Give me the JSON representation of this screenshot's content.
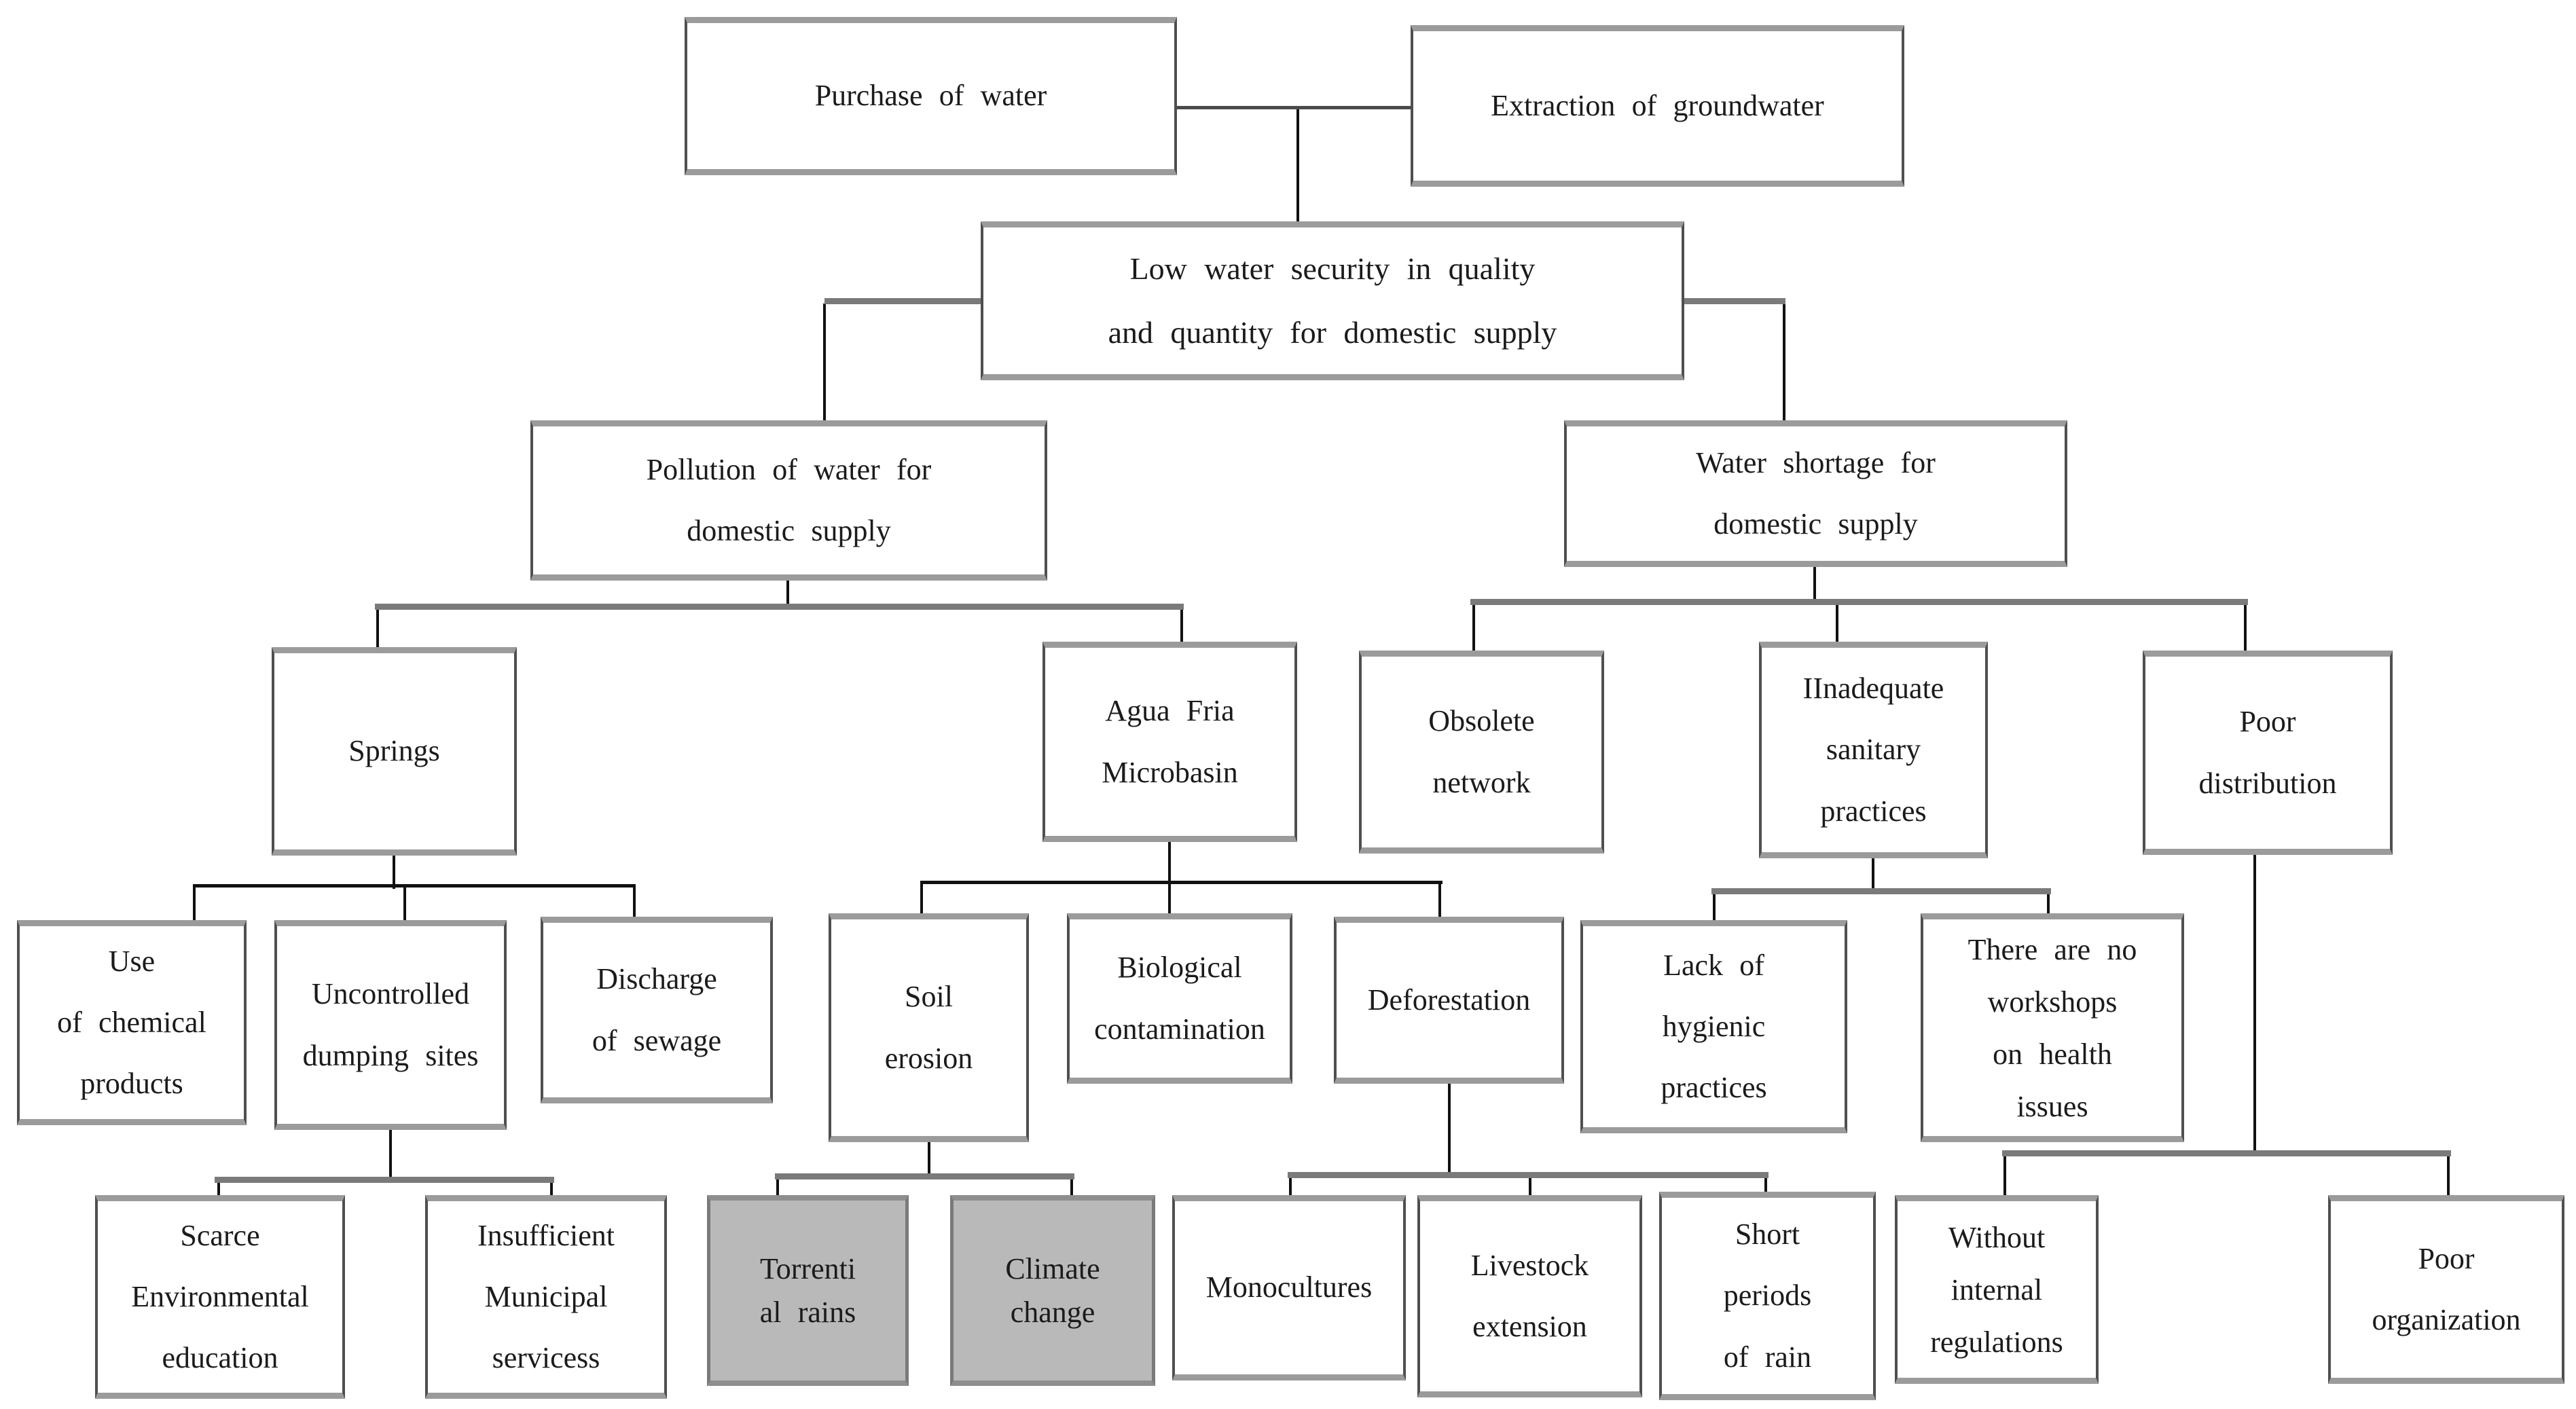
{
  "diagram": {
    "type": "problem-tree-flowchart",
    "colors": {
      "background": "#ffffff",
      "box_fill": "#ffffff",
      "shaded_box_fill": "#b9b9b9",
      "box_side_border": "#4f4f4f",
      "box_topbottom_border": "#9b9b9b",
      "connector_line": "#111111",
      "connector_bar": "#7a7a7a",
      "text": "#1b1b1b"
    },
    "nodes": {
      "purchase": {
        "label": "Purchase of water",
        "shaded": false
      },
      "extraction": {
        "label": "Extraction of groundwater",
        "shaded": false
      },
      "low": {
        "label": "Low water security in quality\nand quantity for domestic supply",
        "shaded": false
      },
      "pollution": {
        "label": "Pollution of water for\ndomestic supply",
        "shaded": false
      },
      "shortage": {
        "label": "Water shortage for\ndomestic supply",
        "shaded": false
      },
      "springs": {
        "label": "Springs",
        "shaded": false
      },
      "agua": {
        "label": "Agua Fria\nMicrobasin",
        "shaded": false
      },
      "obsolete": {
        "label": "Obsolete\nnetwork",
        "shaded": false
      },
      "iinadequate": {
        "label": "IInadequate\nsanitary\npractices",
        "shaded": false
      },
      "poordist": {
        "label": "Poor\ndistribution",
        "shaded": false
      },
      "use": {
        "label": "Use\nof chemical\nproducts",
        "shaded": false
      },
      "uncontrolled": {
        "label": "Uncontrolled\ndumping sites",
        "shaded": false
      },
      "discharge": {
        "label": "Discharge\nof sewage",
        "shaded": false
      },
      "soil": {
        "label": "Soil\nerosion",
        "shaded": false
      },
      "biological": {
        "label": "Biological\ncontamination",
        "shaded": false
      },
      "deforestation": {
        "label": "Deforestation",
        "shaded": false
      },
      "lack": {
        "label": "Lack of\nhygienic\npractices",
        "shaded": false
      },
      "workshops": {
        "label": "There are no\nworkshops\non health\nissues",
        "shaded": false
      },
      "scarce": {
        "label": "Scarce\nEnvironmental\neducation",
        "shaded": false
      },
      "insufficient": {
        "label": "Insufficient\nMunicipal\nservicess",
        "shaded": false
      },
      "torrenti": {
        "label": "Torrenti\nal rains",
        "shaded": true
      },
      "climate": {
        "label": "Climate\nchange",
        "shaded": true
      },
      "mono": {
        "label": "Monocultures",
        "shaded": false
      },
      "livestock": {
        "label": "Livestock\nextension",
        "shaded": false
      },
      "short": {
        "label": "Short\nperiods\nof rain",
        "shaded": false
      },
      "without": {
        "label": "Without\ninternal\nregulations",
        "shaded": false
      },
      "poororg": {
        "label": "Poor\norganization",
        "shaded": false
      }
    },
    "edges": [
      {
        "from": "purchase",
        "to": "low"
      },
      {
        "from": "extraction",
        "to": "low"
      },
      {
        "from": "low",
        "to": "pollution"
      },
      {
        "from": "low",
        "to": "shortage"
      },
      {
        "from": "pollution",
        "to": "springs"
      },
      {
        "from": "pollution",
        "to": "agua"
      },
      {
        "from": "springs",
        "to": "use"
      },
      {
        "from": "springs",
        "to": "uncontrolled"
      },
      {
        "from": "springs",
        "to": "discharge"
      },
      {
        "from": "uncontrolled",
        "to": "scarce"
      },
      {
        "from": "uncontrolled",
        "to": "insufficient"
      },
      {
        "from": "agua",
        "to": "soil"
      },
      {
        "from": "agua",
        "to": "biological"
      },
      {
        "from": "agua",
        "to": "deforestation"
      },
      {
        "from": "soil",
        "to": "torrenti"
      },
      {
        "from": "soil",
        "to": "climate"
      },
      {
        "from": "deforestation",
        "to": "mono"
      },
      {
        "from": "deforestation",
        "to": "livestock"
      },
      {
        "from": "deforestation",
        "to": "short"
      },
      {
        "from": "shortage",
        "to": "obsolete"
      },
      {
        "from": "shortage",
        "to": "iinadequate"
      },
      {
        "from": "shortage",
        "to": "poordist"
      },
      {
        "from": "iinadequate",
        "to": "lack"
      },
      {
        "from": "iinadequate",
        "to": "workshops"
      },
      {
        "from": "poordist",
        "to": "without"
      },
      {
        "from": "poordist",
        "to": "poororg"
      }
    ]
  }
}
